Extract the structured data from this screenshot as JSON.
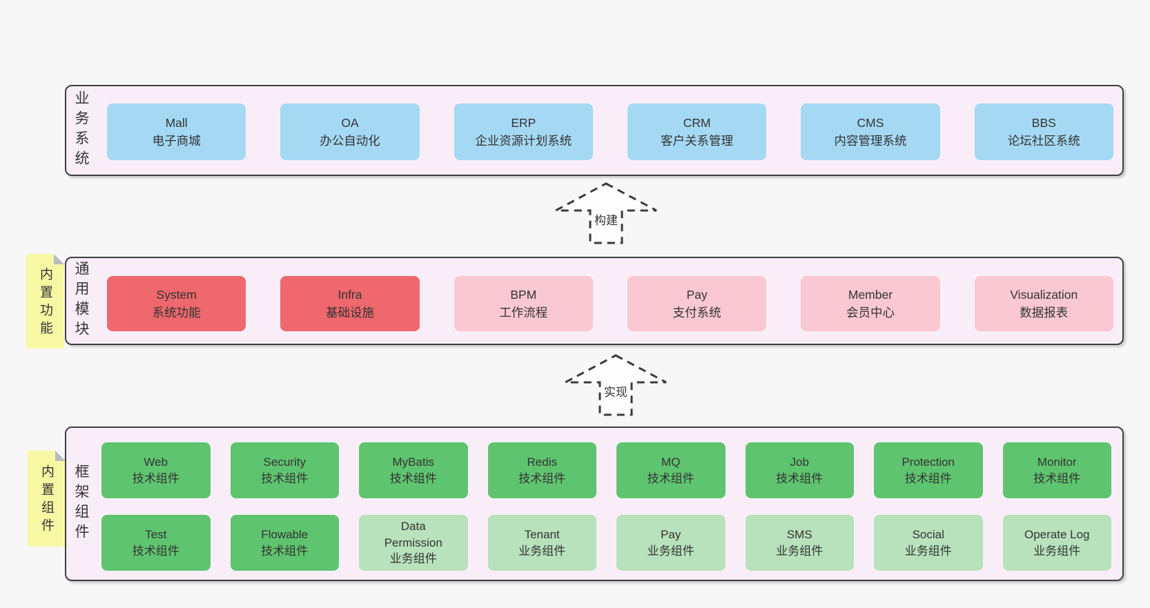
{
  "colors": {
    "page_bg": "#f7f7f7",
    "band_bg": "#f9eef8",
    "band_border": "#3d3d3d",
    "text": "#333333",
    "blue": "#a5d9f3",
    "red": "#ee686d",
    "pink": "#f9c8d2",
    "green_dark": "#5fc46f",
    "green_light": "#b7e2bb",
    "yellow_note": "#f8f8a4",
    "fold_gray": "#b9bcbf",
    "arrow_fill": "#fdfdfd"
  },
  "arrows": [
    {
      "label": "构建"
    },
    {
      "label": "实现"
    }
  ],
  "bands": [
    {
      "label": "业务系统",
      "boxes": [
        {
          "title": "Mall",
          "subtitle": "电子商城",
          "variant": "blue"
        },
        {
          "title": "OA",
          "subtitle": "办公自动化",
          "variant": "blue"
        },
        {
          "title": "ERP",
          "subtitle": "企业资源计划系统",
          "variant": "blue"
        },
        {
          "title": "CRM",
          "subtitle": "客户关系管理",
          "variant": "blue"
        },
        {
          "title": "CMS",
          "subtitle": "内容管理系统",
          "variant": "blue"
        },
        {
          "title": "BBS",
          "subtitle": "论坛社区系统",
          "variant": "blue"
        }
      ]
    },
    {
      "label": "通用模块",
      "note": "内置功能",
      "boxes": [
        {
          "title": "System",
          "subtitle": "系统功能",
          "variant": "red"
        },
        {
          "title": "Infra",
          "subtitle": "基础设施",
          "variant": "red"
        },
        {
          "title": "BPM",
          "subtitle": "工作流程",
          "variant": "pink"
        },
        {
          "title": "Pay",
          "subtitle": "支付系统",
          "variant": "pink"
        },
        {
          "title": "Member",
          "subtitle": "会员中心",
          "variant": "pink"
        },
        {
          "title": "Visualization",
          "subtitle": "数据报表",
          "variant": "pink"
        }
      ]
    },
    {
      "label": "框架组件",
      "note": "内置组件",
      "boxes": [
        {
          "title": "Web",
          "subtitle": "技术组件",
          "variant": "green-dark"
        },
        {
          "title": "Security",
          "subtitle": "技术组件",
          "variant": "green-dark"
        },
        {
          "title": "MyBatis",
          "subtitle": "技术组件",
          "variant": "green-dark"
        },
        {
          "title": "Redis",
          "subtitle": "技术组件",
          "variant": "green-dark"
        },
        {
          "title": "MQ",
          "subtitle": "技术组件",
          "variant": "green-dark"
        },
        {
          "title": "Job",
          "subtitle": "技术组件",
          "variant": "green-dark"
        },
        {
          "title": "Protection",
          "subtitle": "技术组件",
          "variant": "green-dark"
        },
        {
          "title": "Monitor",
          "subtitle": "技术组件",
          "variant": "green-dark"
        },
        {
          "title": "Test",
          "subtitle": "技术组件",
          "variant": "green-dark"
        },
        {
          "title": "Flowable",
          "subtitle": "技术组件",
          "variant": "green-dark"
        },
        {
          "title": "Data\nPermission",
          "subtitle": "业务组件",
          "variant": "green-light"
        },
        {
          "title": "Tenant",
          "subtitle": "业务组件",
          "variant": "green-light"
        },
        {
          "title": "Pay",
          "subtitle": "业务组件",
          "variant": "green-light"
        },
        {
          "title": "SMS",
          "subtitle": "业务组件",
          "variant": "green-light"
        },
        {
          "title": "Social",
          "subtitle": "业务组件",
          "variant": "green-light"
        },
        {
          "title": "Operate Log",
          "subtitle": "业务组件",
          "variant": "green-light"
        }
      ]
    }
  ]
}
